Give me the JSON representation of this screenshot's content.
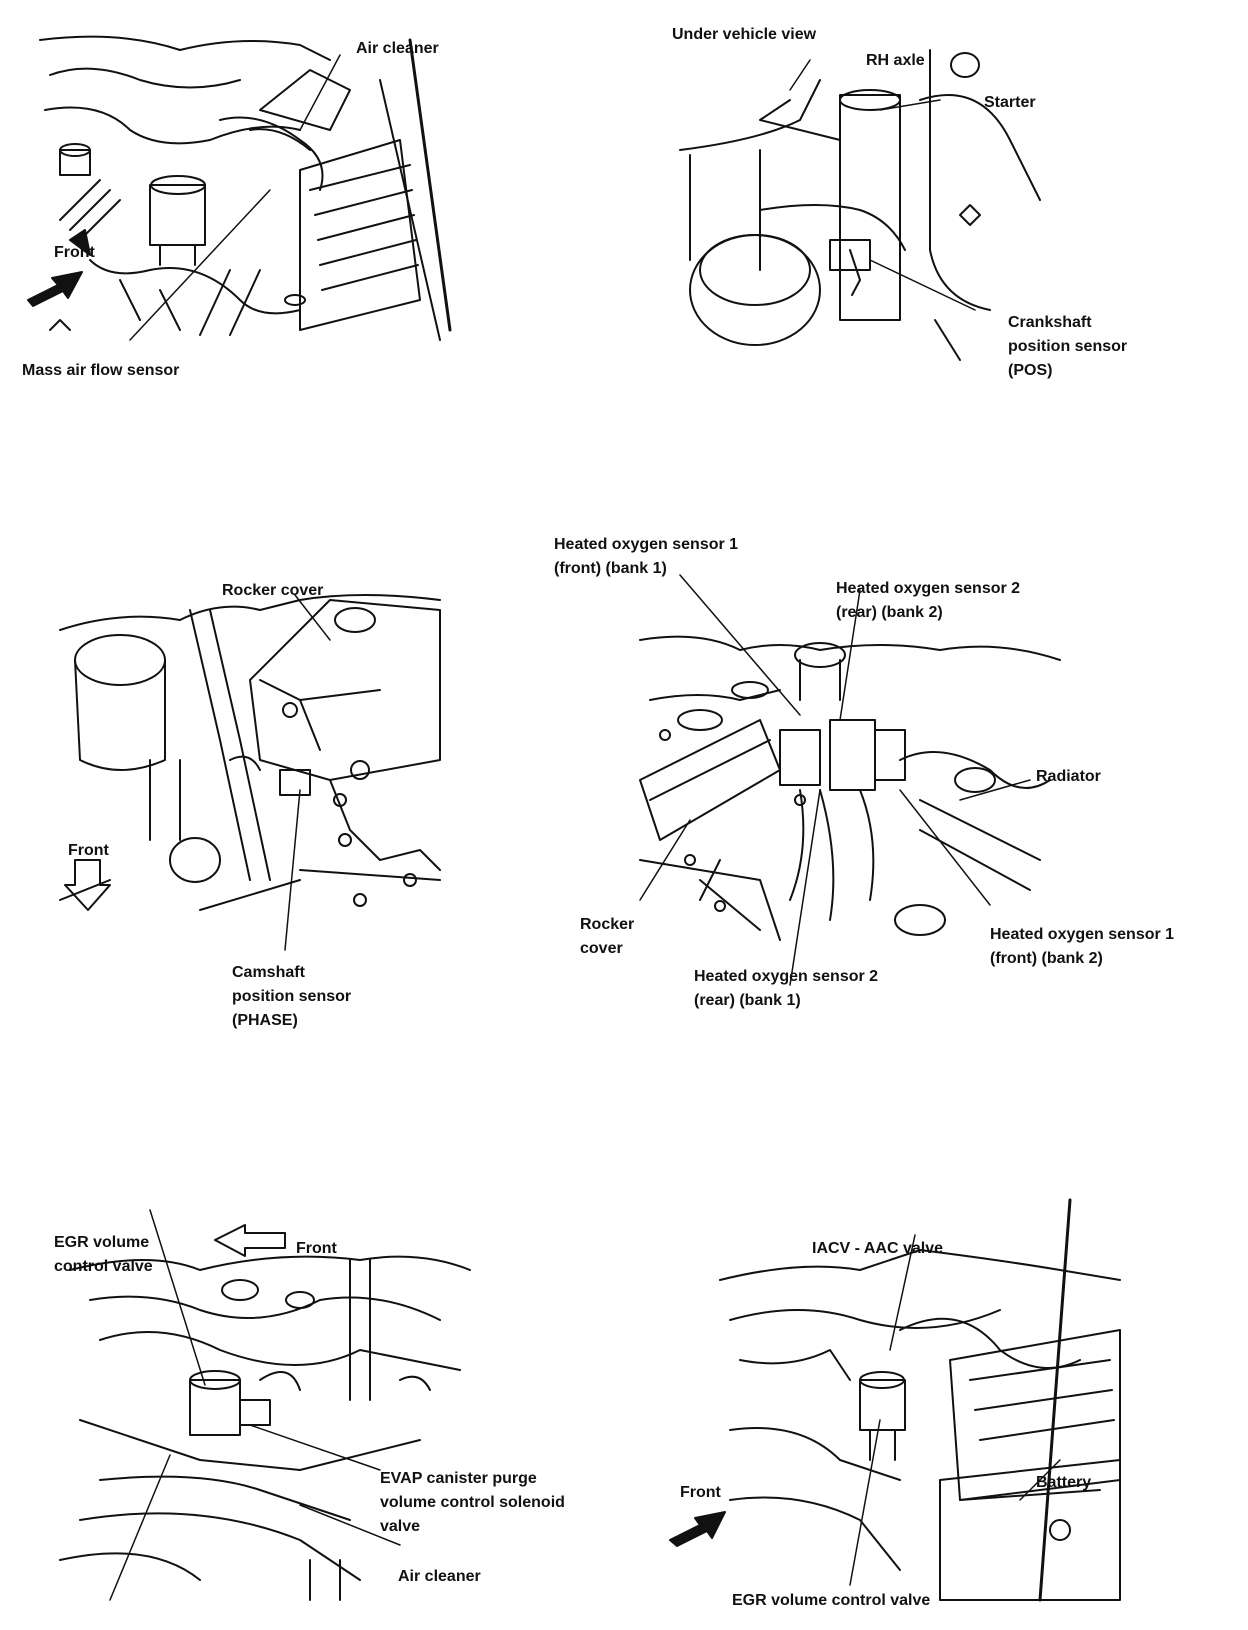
{
  "panels": {
    "maf": {
      "air_cleaner": "Air cleaner",
      "front": "Front",
      "mass_air_flow_sensor": "Mass air flow sensor"
    },
    "crank": {
      "under_vehicle_view": "Under vehicle view",
      "rh_axle": "RH axle",
      "starter": "Starter",
      "crankshaft_line1": "Crankshaft",
      "crankshaft_line2": "position sensor",
      "crankshaft_line3": "(POS)"
    },
    "cam": {
      "rocker_cover": "Rocker cover",
      "front": "Front",
      "camshaft_line1": "Camshaft",
      "camshaft_line2": "position sensor",
      "camshaft_line3": "(PHASE)"
    },
    "o2": {
      "hos1_b1_line1": "Heated oxygen sensor 1",
      "hos1_b1_line2": "(front) (bank 1)",
      "hos2_b2_line1": "Heated oxygen sensor 2",
      "hos2_b2_line2": "(rear) (bank 2)",
      "radiator": "Radiator",
      "rocker_line1": "Rocker",
      "rocker_line2": "cover",
      "hos1_b2_line1": "Heated oxygen sensor 1",
      "hos1_b2_line2": "(front) (bank 2)",
      "hos2_b1_line1": "Heated oxygen sensor 2",
      "hos2_b1_line2": "(rear) (bank 1)"
    },
    "egr": {
      "egr_line1": "EGR volume",
      "egr_line2": "control valve",
      "front": "Front",
      "evap_line1": "EVAP canister purge",
      "evap_line2": "volume control solenoid",
      "evap_line3": "valve",
      "air_cleaner": "Air cleaner"
    },
    "iacv": {
      "iacv_aac": "IACV - AAC valve",
      "front": "Front",
      "battery": "Battery",
      "egr_valve": "EGR volume control valve"
    }
  },
  "colors": {
    "ink": "#111111",
    "paper": "#ffffff"
  }
}
